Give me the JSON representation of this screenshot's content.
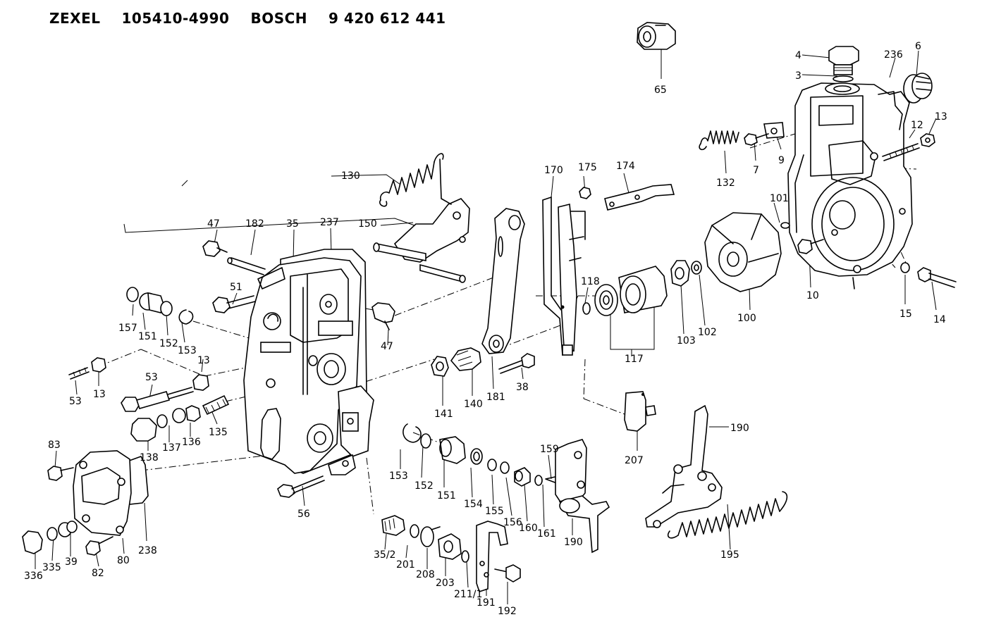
{
  "header": {
    "maker1": "ZEXEL",
    "part1": "105410-4990",
    "maker2": "BOSCH",
    "part2": "9 420 612 441"
  },
  "callouts": {
    "n3": "3",
    "n4": "4",
    "n6": "6",
    "n7": "7",
    "n9": "9",
    "n10": "10",
    "n12": "12",
    "n13a": "13",
    "n13b": "13",
    "n13c": "13",
    "n14": "14",
    "n15": "15",
    "n35": "35",
    "n35_2": "35/2",
    "n38": "38",
    "n39": "39",
    "n47a": "47",
    "n47b": "47",
    "n51": "51",
    "n53a": "53",
    "n53b": "53",
    "n56": "56",
    "n65": "65",
    "n80": "80",
    "n82": "82",
    "n83": "83",
    "n100": "100",
    "n101": "101",
    "n102": "102",
    "n103": "103",
    "n117": "117",
    "n118": "118",
    "n130": "130",
    "n132": "132",
    "n135": "135",
    "n136": "136",
    "n137": "137",
    "n138": "138",
    "n140": "140",
    "n141": "141",
    "n150": "150",
    "n151a": "151",
    "n151b": "151",
    "n152a": "152",
    "n152b": "152",
    "n153a": "153",
    "n153b": "153",
    "n154": "154",
    "n155": "155",
    "n156": "156",
    "n157": "157",
    "n159": "159",
    "n160": "160",
    "n161": "161",
    "n170": "170",
    "n174": "174",
    "n175": "175",
    "n181": "181",
    "n182": "182",
    "n190a": "190",
    "n190b": "190",
    "n191": "191",
    "n192": "192",
    "n195": "195",
    "n201": "201",
    "n203": "203",
    "n207": "207",
    "n208": "208",
    "n211": "211/1",
    "n236": "236",
    "n237": "237",
    "n238": "238",
    "n335": "335",
    "n336": "336"
  },
  "icons": {
    "drawing": "exploded-governor-assembly-diagram"
  }
}
